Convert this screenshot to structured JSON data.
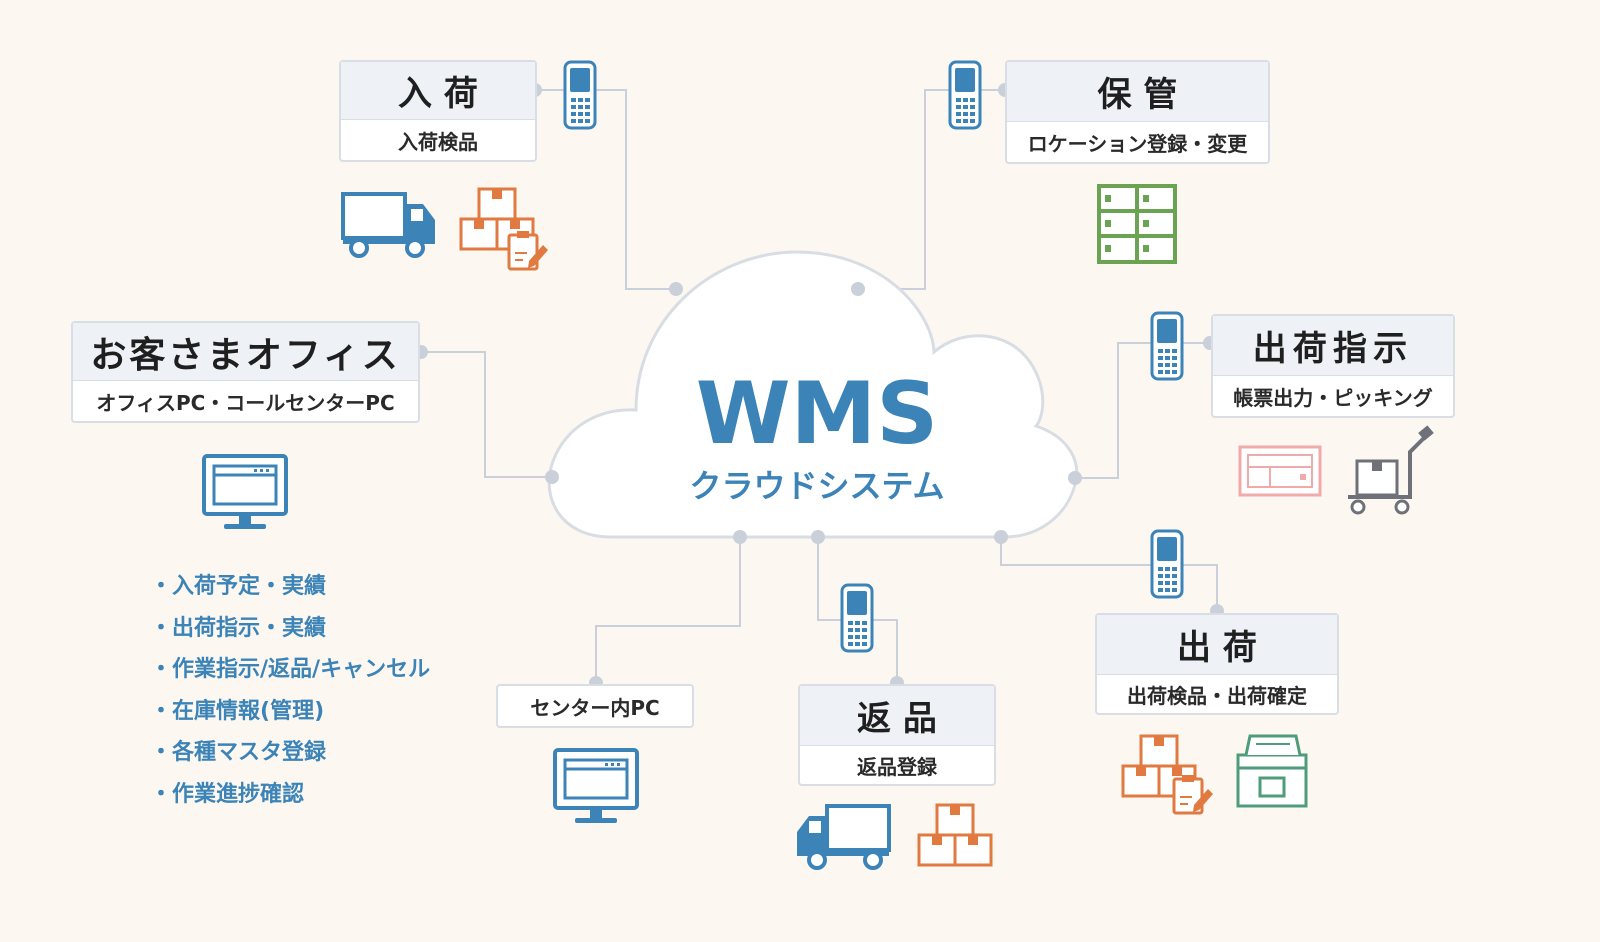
{
  "center": {
    "title": "WMS",
    "subtitle": "クラウドシステム"
  },
  "nodes": {
    "nyuka": {
      "title": "入荷",
      "subtitle": "入荷検品"
    },
    "hokan": {
      "title": "保管",
      "subtitle": "ロケーション登録・変更"
    },
    "office": {
      "title": "お客さまオフィス",
      "subtitle": "オフィスPC・コールセンターPC"
    },
    "shukka_shiji": {
      "title": "出荷指示",
      "subtitle": "帳票出力・ピッキング"
    },
    "shukka": {
      "title": "出荷",
      "subtitle": "出荷検品・出荷確定"
    },
    "henpin": {
      "title": "返品",
      "subtitle": "返品登録"
    },
    "center_pc": {
      "title": "センター内PC"
    }
  },
  "office_functions": [
    "入荷予定・実績",
    "出荷指示・実績",
    "作業指示/返品/キャンセル",
    "在庫情報(管理)",
    "各種マスタ登録",
    "作業進捗確認"
  ],
  "icons": {
    "scanner": "handheld-scanner-icon",
    "truck": "truck-icon",
    "boxes": "cardboard-boxes-icon",
    "clipboard": "clipboard-icon",
    "shelf": "storage-shelf-icon",
    "monitor": "desktop-monitor-icon",
    "cart": "hand-cart-icon",
    "printer": "label-printer-icon"
  },
  "colors": {
    "background": "#fcf8f1",
    "accent_blue": "#3c83b8",
    "connector": "#c9d0da",
    "box_orange": "#e07a40",
    "shelf_green": "#6aa452",
    "form_pink": "#f0aaa9",
    "cart_gray": "#6e7178",
    "register_green": "#4e9c7b"
  }
}
